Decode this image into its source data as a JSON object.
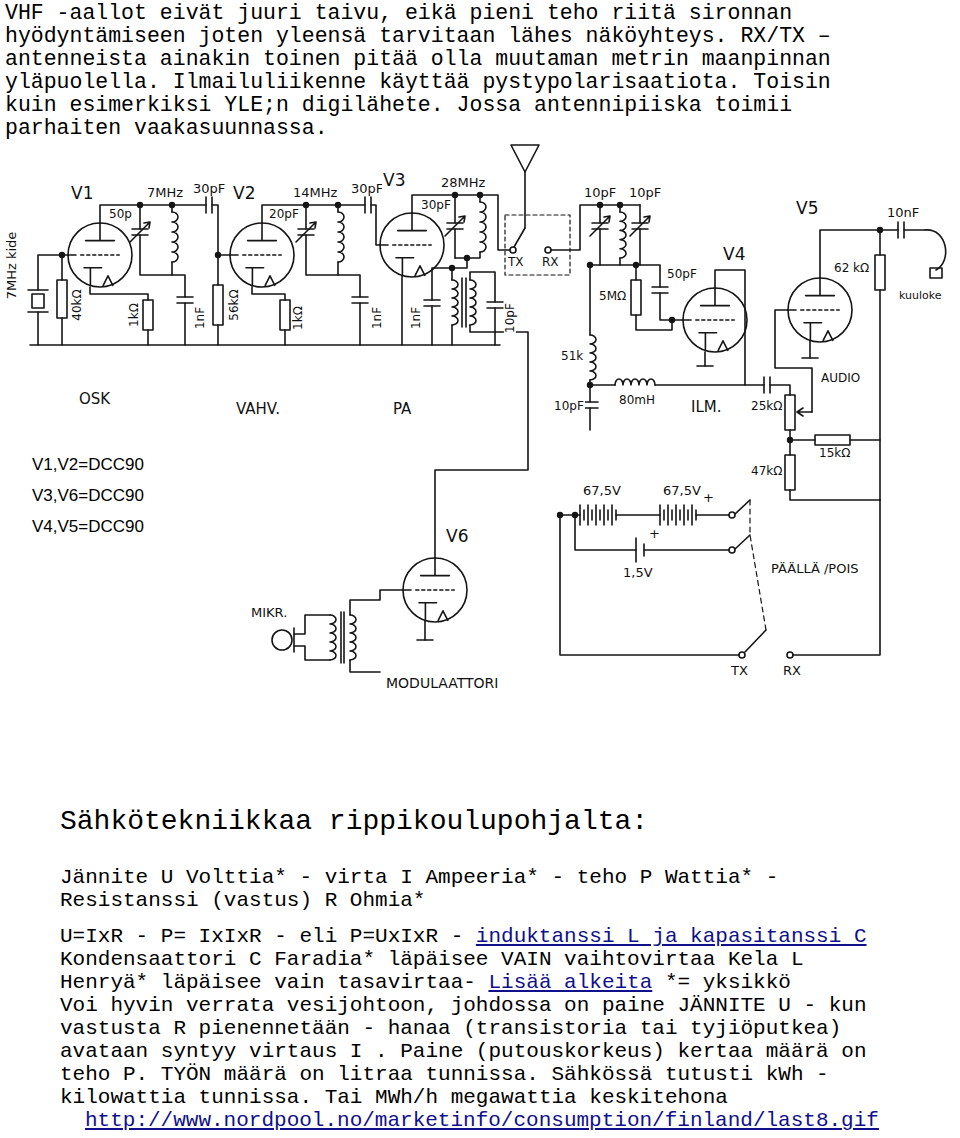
{
  "diagram": {
    "title": "Sähkötekniikkaa rippikoulupohjalta:",
    "labels": [
      "VHF -aallot eivät juuri taivu, eikä pieni teho riitä sironnan hyödyntämiseen joten yleensä tarvitaan lähes näköyhteys. RX/TX – antenneista ainakin toinen pitää olla muutaman metrin maanpinnan yläpuolella. Ilmailuliikenne käyttää pystypolarisaatiota. Toisin kuin esimerkiksi YLE;n digilähete. Jossa antennipiiska toimii parhaiten vaakasuunnassa.",
      "7MHz kide",
      "V1",
      "7MHz",
      "30pF",
      "V2",
      "14MHz",
      "30pF",
      "V3",
      "28MHz",
      "TX",
      "RX",
      "10pF",
      "10pF",
      "V4",
      "V5",
      "10nF",
      "50p",
      "20pF",
      "30pF",
      "62 kΩ",
      "kuuloke",
      "40kΩ",
      "1kΩ",
      "1nF",
      "56kΩ",
      "1kΩ",
      "1nF",
      "1nF",
      "10pF",
      "5MΩ",
      "50pF",
      "51k",
      "OSK",
      "VAHV.",
      "PA",
      "10pF",
      "80mH",
      "ILM.",
      "AUDIO",
      "25kΩ",
      "15kΩ",
      "47kΩ",
      "V1,V2=DCC90",
      "V3,V6=DCC90",
      "V4,V5=DCC90",
      "67,5V",
      "67,5V",
      "+",
      "+",
      "1,5V",
      "PÄÄLLÄ /POIS",
      "V6",
      "MIKR.",
      "TX",
      "RX",
      "MODULAATTORI",
      "Jännite U Volttia* - virta I Ampeeria* - teho P Wattia* -",
      "Resistanssi (vastus) R Ohmia*",
      "U=IxR - P= IxIxR - eli P=UxIxR -",
      "induktanssi L ja kapasitanssi C",
      "Kondensaattori C Faradia* läpäisee VAIN vaihtovirtaa Kela L",
      "Henryä* läpäisee vain tasavirtaa-",
      "Lisää alkeita",
      "*= yksikkö",
      "Voi hyvin verrata vesijohtoon, johdossa on paine JÄNNITE U - kun",
      "vastusta R pienennetään - hanaa (transistoria tai tyjiöputkea)",
      "avataan syntyy virtaus I . Paine (putouskorkeus) kertaa määrä on",
      "teho P. TYÖN määrä on litraa tunnissa. Sähkössä tutusti kWh -",
      "kilowattia tunnissa. Tai MWh/h megawattia keskitehona",
      "http://www.nordpool.no/marketinfo/consumption/finland/last8.gif"
    ]
  }
}
